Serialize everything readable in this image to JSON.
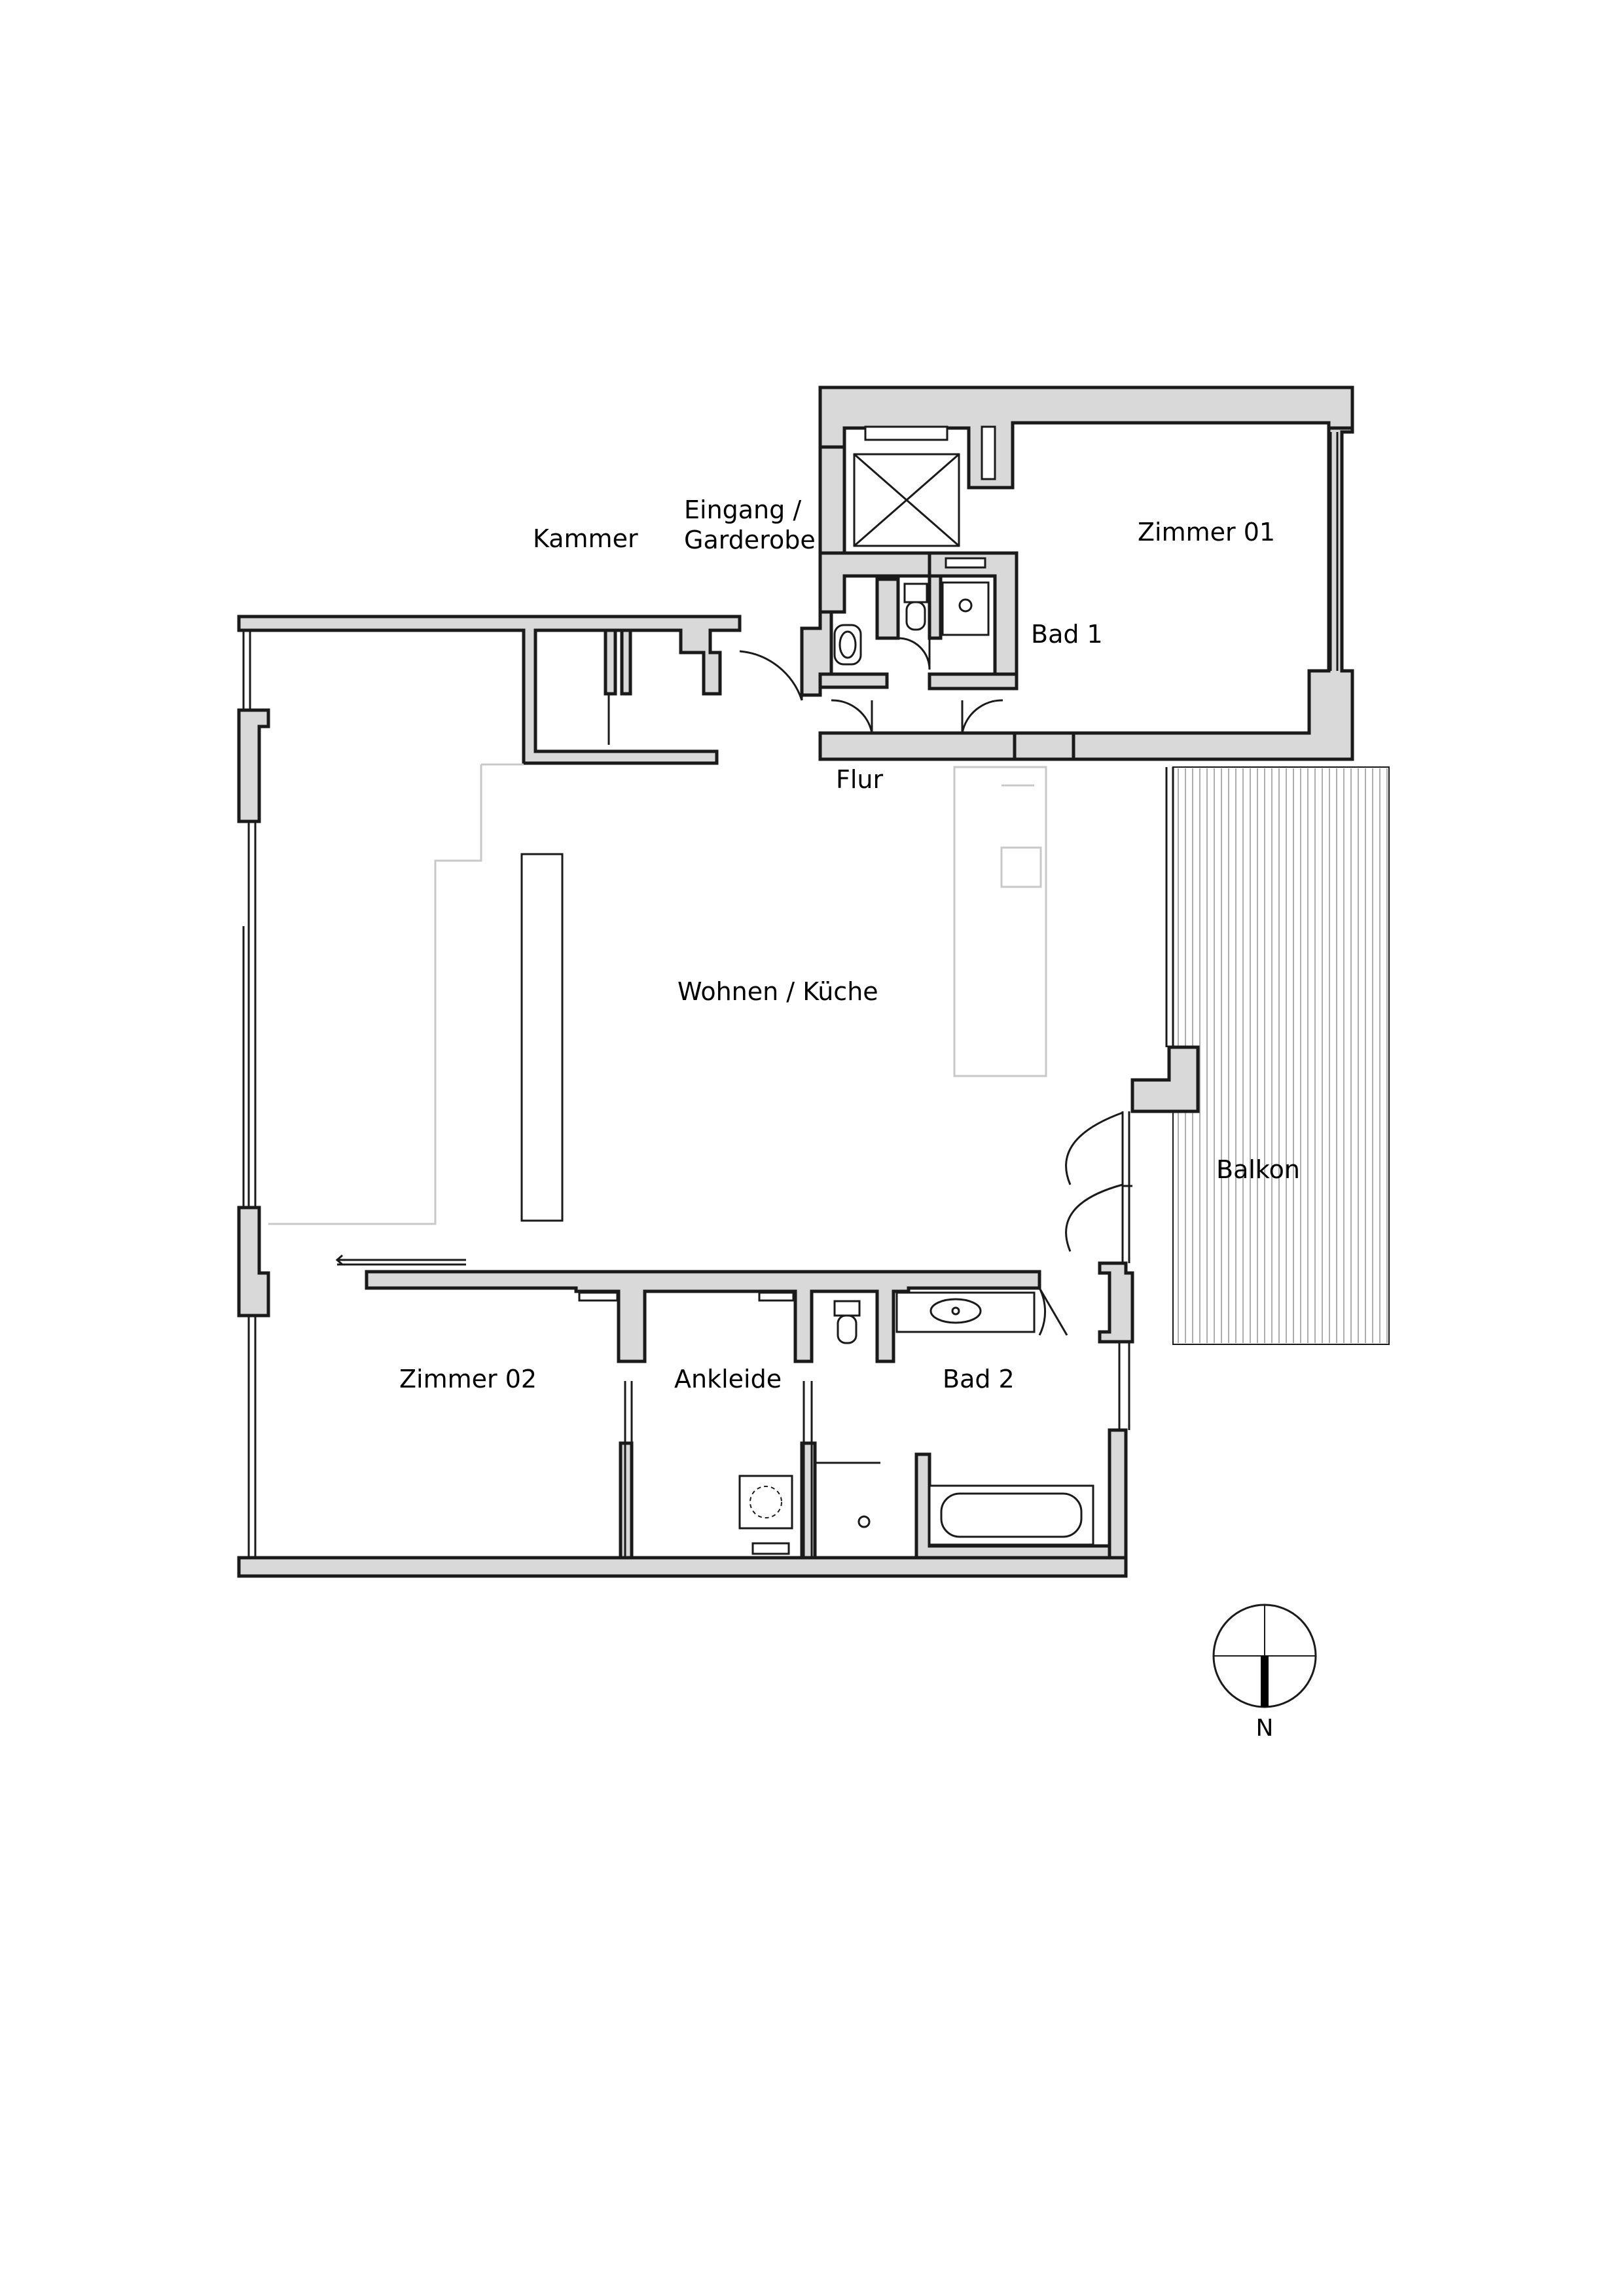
{
  "rooms": {
    "kammer": "Kammer",
    "eingang_line1": "Eingang /",
    "eingang_line2": "Garderobe",
    "zimmer01": "Zimmer 01",
    "bad1": "Bad 1",
    "flur": "Flur",
    "wohnen": "Wohnen / Küche",
    "balkon": "Balkon",
    "zimmer02": "Zimmer 02",
    "ankleide": "Ankleide",
    "bad2": "Bad 2"
  },
  "north_arrow": {
    "label": "N"
  },
  "colors": {
    "wall_fill": "#d9d9d9",
    "line": "#1a1a1a",
    "background": "#ffffff"
  }
}
